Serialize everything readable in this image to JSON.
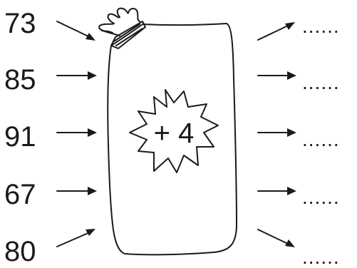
{
  "inputs": [
    "73",
    "85",
    "91",
    "67",
    "80"
  ],
  "operation": "+ 4",
  "outputs": [
    "......",
    "......",
    "......",
    "......",
    "......"
  ]
}
